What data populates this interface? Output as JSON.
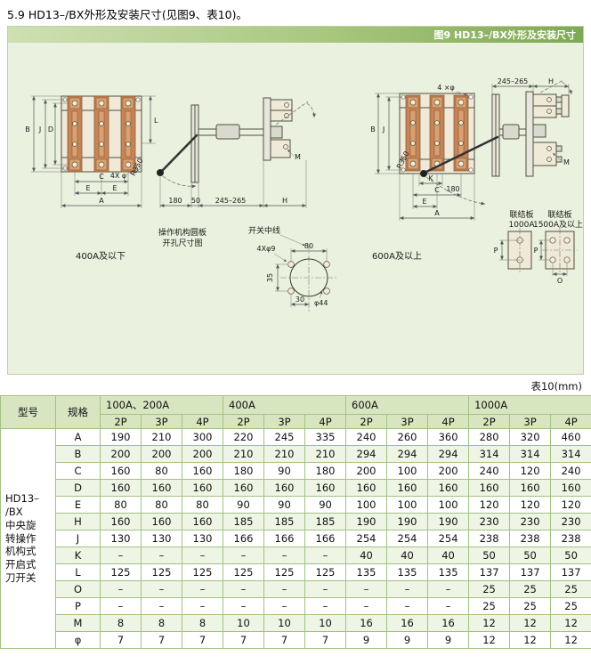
{
  "page": {
    "heading": "5.9 HD13–/BX外形及安装尺寸(见图9、表10)。",
    "figure_title": "图9 HD13–/BX外形及安装尺寸",
    "table_caption": "表10(mm)"
  },
  "figure": {
    "left": {
      "caption": "400A及以下",
      "dim_B": "B",
      "dim_J": "J",
      "dim_D": "D",
      "dim_L": "L",
      "dim_C": "C",
      "dim_E": "E",
      "dim_A": "A",
      "holes_label": "4X φ",
      "radius_label": "R350",
      "dim_180": "180",
      "dim_50": "50",
      "dim_245": "245–265",
      "dim_H": "H",
      "dim_M": "M",
      "plate_note_line1": "操作机构圆板",
      "plate_note_line2": "开孔尺寸图",
      "centerline_label": "开关中线",
      "circle_holes_label": "4Xφ9",
      "dim_80": "80",
      "dim_35": "35",
      "dim_30": "30",
      "dim_phi44": "φ44"
    },
    "right": {
      "caption": "600A及以上",
      "dim_B": "B",
      "dim_J": "J",
      "dim_K": "K",
      "dim_C": "C",
      "dim_E": "E",
      "dim_A": "A",
      "holes_label": "4 ×φ",
      "radius_label": "R350",
      "dim_180": "180",
      "dim_245": "245–265",
      "dim_H": "H",
      "dim_M": "M",
      "link_plate_1_name": "联结板",
      "link_plate_1_spec": "1000A",
      "link_plate_2_name": "联结板",
      "link_plate_2_spec": "1500A及以上",
      "dim_O": "O",
      "dim_P": "P"
    }
  },
  "table": {
    "header": {
      "model": "型号",
      "spec": "规格",
      "groups": [
        "100A、200A",
        "400A",
        "600A",
        "1000A"
      ],
      "poles": [
        "2P",
        "3P",
        "4P"
      ]
    },
    "model_lines": [
      "HD13–",
      "/BX",
      "中央旋",
      "转操作",
      "机构式",
      "开启式",
      "刀开关"
    ],
    "rows": [
      {
        "spec": "A",
        "values": [
          "190",
          "210",
          "300",
          "220",
          "245",
          "335",
          "240",
          "260",
          "360",
          "280",
          "320",
          "460"
        ]
      },
      {
        "spec": "B",
        "values": [
          "200",
          "200",
          "200",
          "210",
          "210",
          "210",
          "294",
          "294",
          "294",
          "314",
          "314",
          "314"
        ]
      },
      {
        "spec": "C",
        "values": [
          "160",
          "80",
          "160",
          "180",
          "90",
          "180",
          "200",
          "100",
          "200",
          "240",
          "120",
          "240"
        ]
      },
      {
        "spec": "D",
        "values": [
          "160",
          "160",
          "160",
          "160",
          "160",
          "160",
          "160",
          "160",
          "160",
          "160",
          "160",
          "160"
        ]
      },
      {
        "spec": "E",
        "values": [
          "80",
          "80",
          "80",
          "90",
          "90",
          "90",
          "100",
          "100",
          "100",
          "120",
          "120",
          "120"
        ]
      },
      {
        "spec": "H",
        "values": [
          "160",
          "160",
          "160",
          "185",
          "185",
          "185",
          "190",
          "190",
          "190",
          "230",
          "230",
          "230"
        ]
      },
      {
        "spec": "J",
        "values": [
          "130",
          "130",
          "130",
          "166",
          "166",
          "166",
          "254",
          "254",
          "254",
          "238",
          "238",
          "238"
        ]
      },
      {
        "spec": "K",
        "values": [
          "–",
          "–",
          "–",
          "–",
          "–",
          "–",
          "40",
          "40",
          "40",
          "50",
          "50",
          "50"
        ]
      },
      {
        "spec": "L",
        "values": [
          "125",
          "125",
          "125",
          "125",
          "125",
          "125",
          "135",
          "135",
          "135",
          "137",
          "137",
          "137"
        ]
      },
      {
        "spec": "O",
        "values": [
          "–",
          "–",
          "–",
          "–",
          "–",
          "–",
          "–",
          "–",
          "–",
          "25",
          "25",
          "25"
        ]
      },
      {
        "spec": "P",
        "values": [
          "–",
          "–",
          "–",
          "–",
          "–",
          "–",
          "–",
          "–",
          "–",
          "25",
          "25",
          "25"
        ]
      },
      {
        "spec": "M",
        "values": [
          "8",
          "8",
          "8",
          "10",
          "10",
          "10",
          "16",
          "16",
          "16",
          "12",
          "12",
          "12"
        ]
      },
      {
        "spec": "φ",
        "values": [
          "7",
          "7",
          "7",
          "7",
          "7",
          "7",
          "9",
          "9",
          "9",
          "12",
          "12",
          "12"
        ]
      }
    ]
  },
  "colors": {
    "figure_bg": "#eaf1de",
    "figure_bar_green": "#7fa855",
    "copper": "#c5855a",
    "table_border": "#a3c183",
    "header_bg": "#d7e6c1",
    "row_alt_bg": "#eef5e4"
  }
}
